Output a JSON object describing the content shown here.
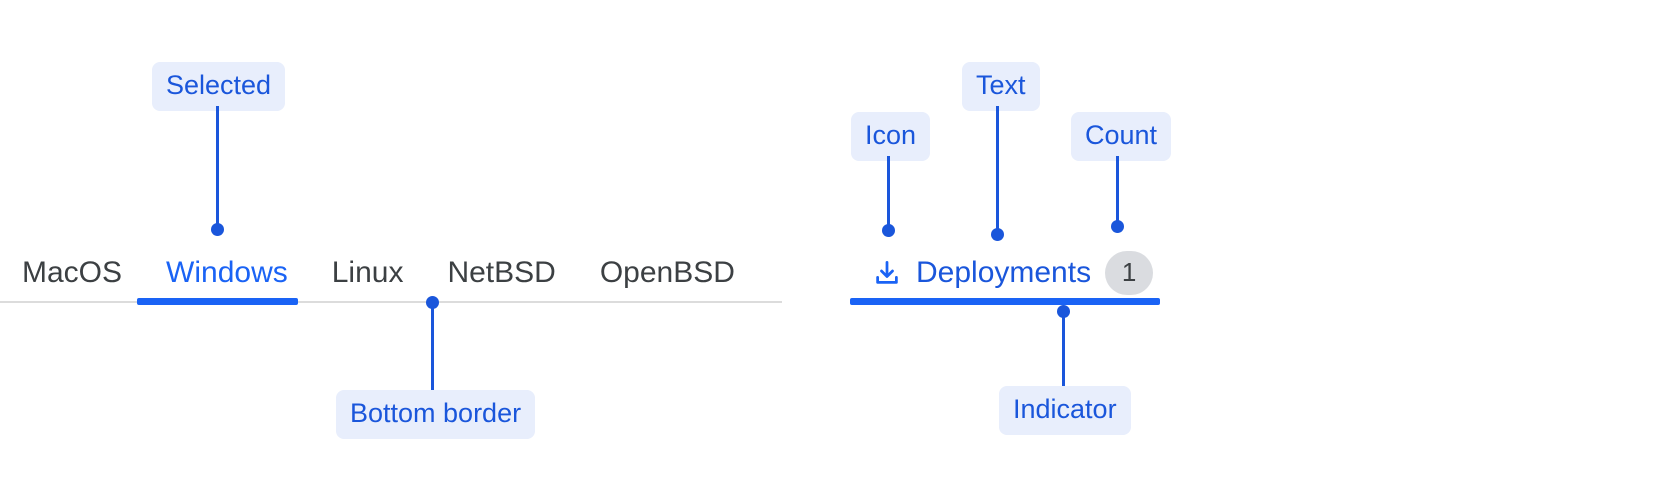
{
  "left_group": {
    "name": "os-tabs",
    "tabs": [
      {
        "label": "MacOS",
        "selected": false
      },
      {
        "label": "Windows",
        "selected": true
      },
      {
        "label": "Linux",
        "selected": false
      },
      {
        "label": "NetBSD",
        "selected": false
      },
      {
        "label": "OpenBSD",
        "selected": false
      }
    ],
    "annotations": [
      {
        "id": "selected",
        "label": "Selected"
      },
      {
        "id": "bottom-border",
        "label": "Bottom border"
      }
    ]
  },
  "right_group": {
    "name": "deployments-tab",
    "tab": {
      "icon": "download-icon",
      "label": "Deployments",
      "count": "1",
      "selected": true
    },
    "annotations": [
      {
        "id": "icon",
        "label": "Icon"
      },
      {
        "id": "text",
        "label": "Text"
      },
      {
        "id": "count",
        "label": "Count"
      },
      {
        "id": "indicator",
        "label": "Indicator"
      }
    ]
  },
  "colors": {
    "accent": "#1a63f5",
    "annotation_text": "#1a56db",
    "annotation_bg": "#e8eefc",
    "tab_text": "#3c4043",
    "hairline": "#dcdcdc",
    "badge_bg": "#dadce0"
  }
}
